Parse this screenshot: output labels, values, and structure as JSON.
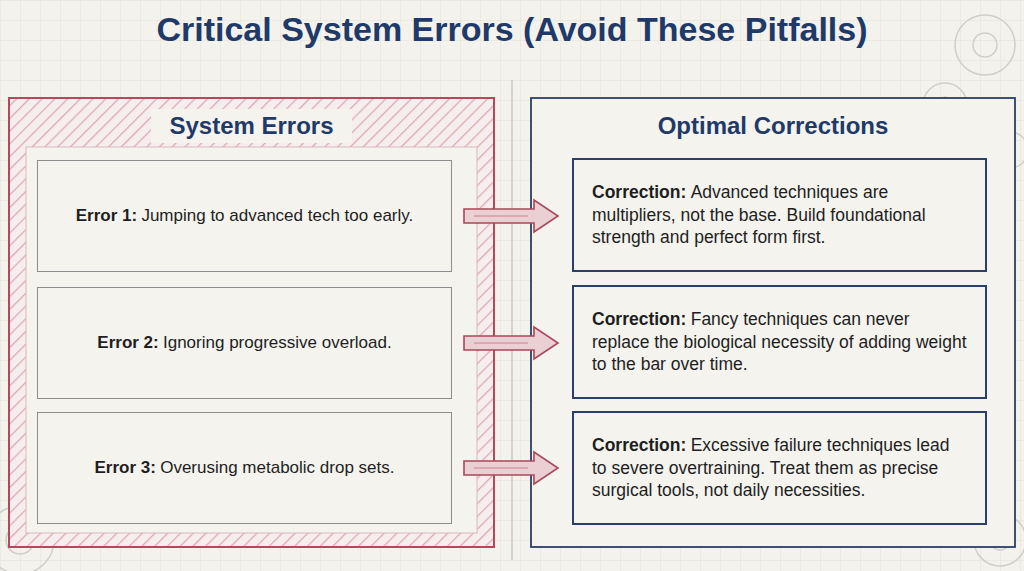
{
  "diagram": {
    "title": "Critical System Errors (Avoid These Pitfalls)",
    "nodes": [
      {
        "text": [
          "System Errors"
        ]
      },
      {
        "text": [
          "Error 1:",
          "Jumping to advanced tech too early."
        ],
        "in": 0
      },
      {
        "text": [
          "Error 2:",
          "Ignoring progressive overload."
        ],
        "in": 0
      },
      {
        "text": [
          "Error 3:",
          "Overusing metabolic drop sets."
        ],
        "in": 0
      },
      {
        "text": [
          "Optimal Corrections"
        ]
      },
      {
        "text": [
          "Correction:",
          "Advanced techniques are multipliers, not the base. Build foundational strength and perfect form first."
        ],
        "in": 4
      },
      {
        "text": [
          "Correction:",
          "Fancy techniques can never replace the biological necessity of adding weight to the bar over time."
        ],
        "in": 4
      },
      {
        "text": [
          "Correction:",
          "Excessive failure techniques lead to severe overtraining. Treat them as precise surgical tools, not daily necessities."
        ],
        "in": 4
      }
    ],
    "edges": [
      {
        "from": 1,
        "to": 5,
        "arrow": "to"
      },
      {
        "from": 2,
        "to": 6,
        "arrow": "to"
      },
      {
        "from": 3,
        "to": 7,
        "arrow": "to"
      }
    ]
  }
}
